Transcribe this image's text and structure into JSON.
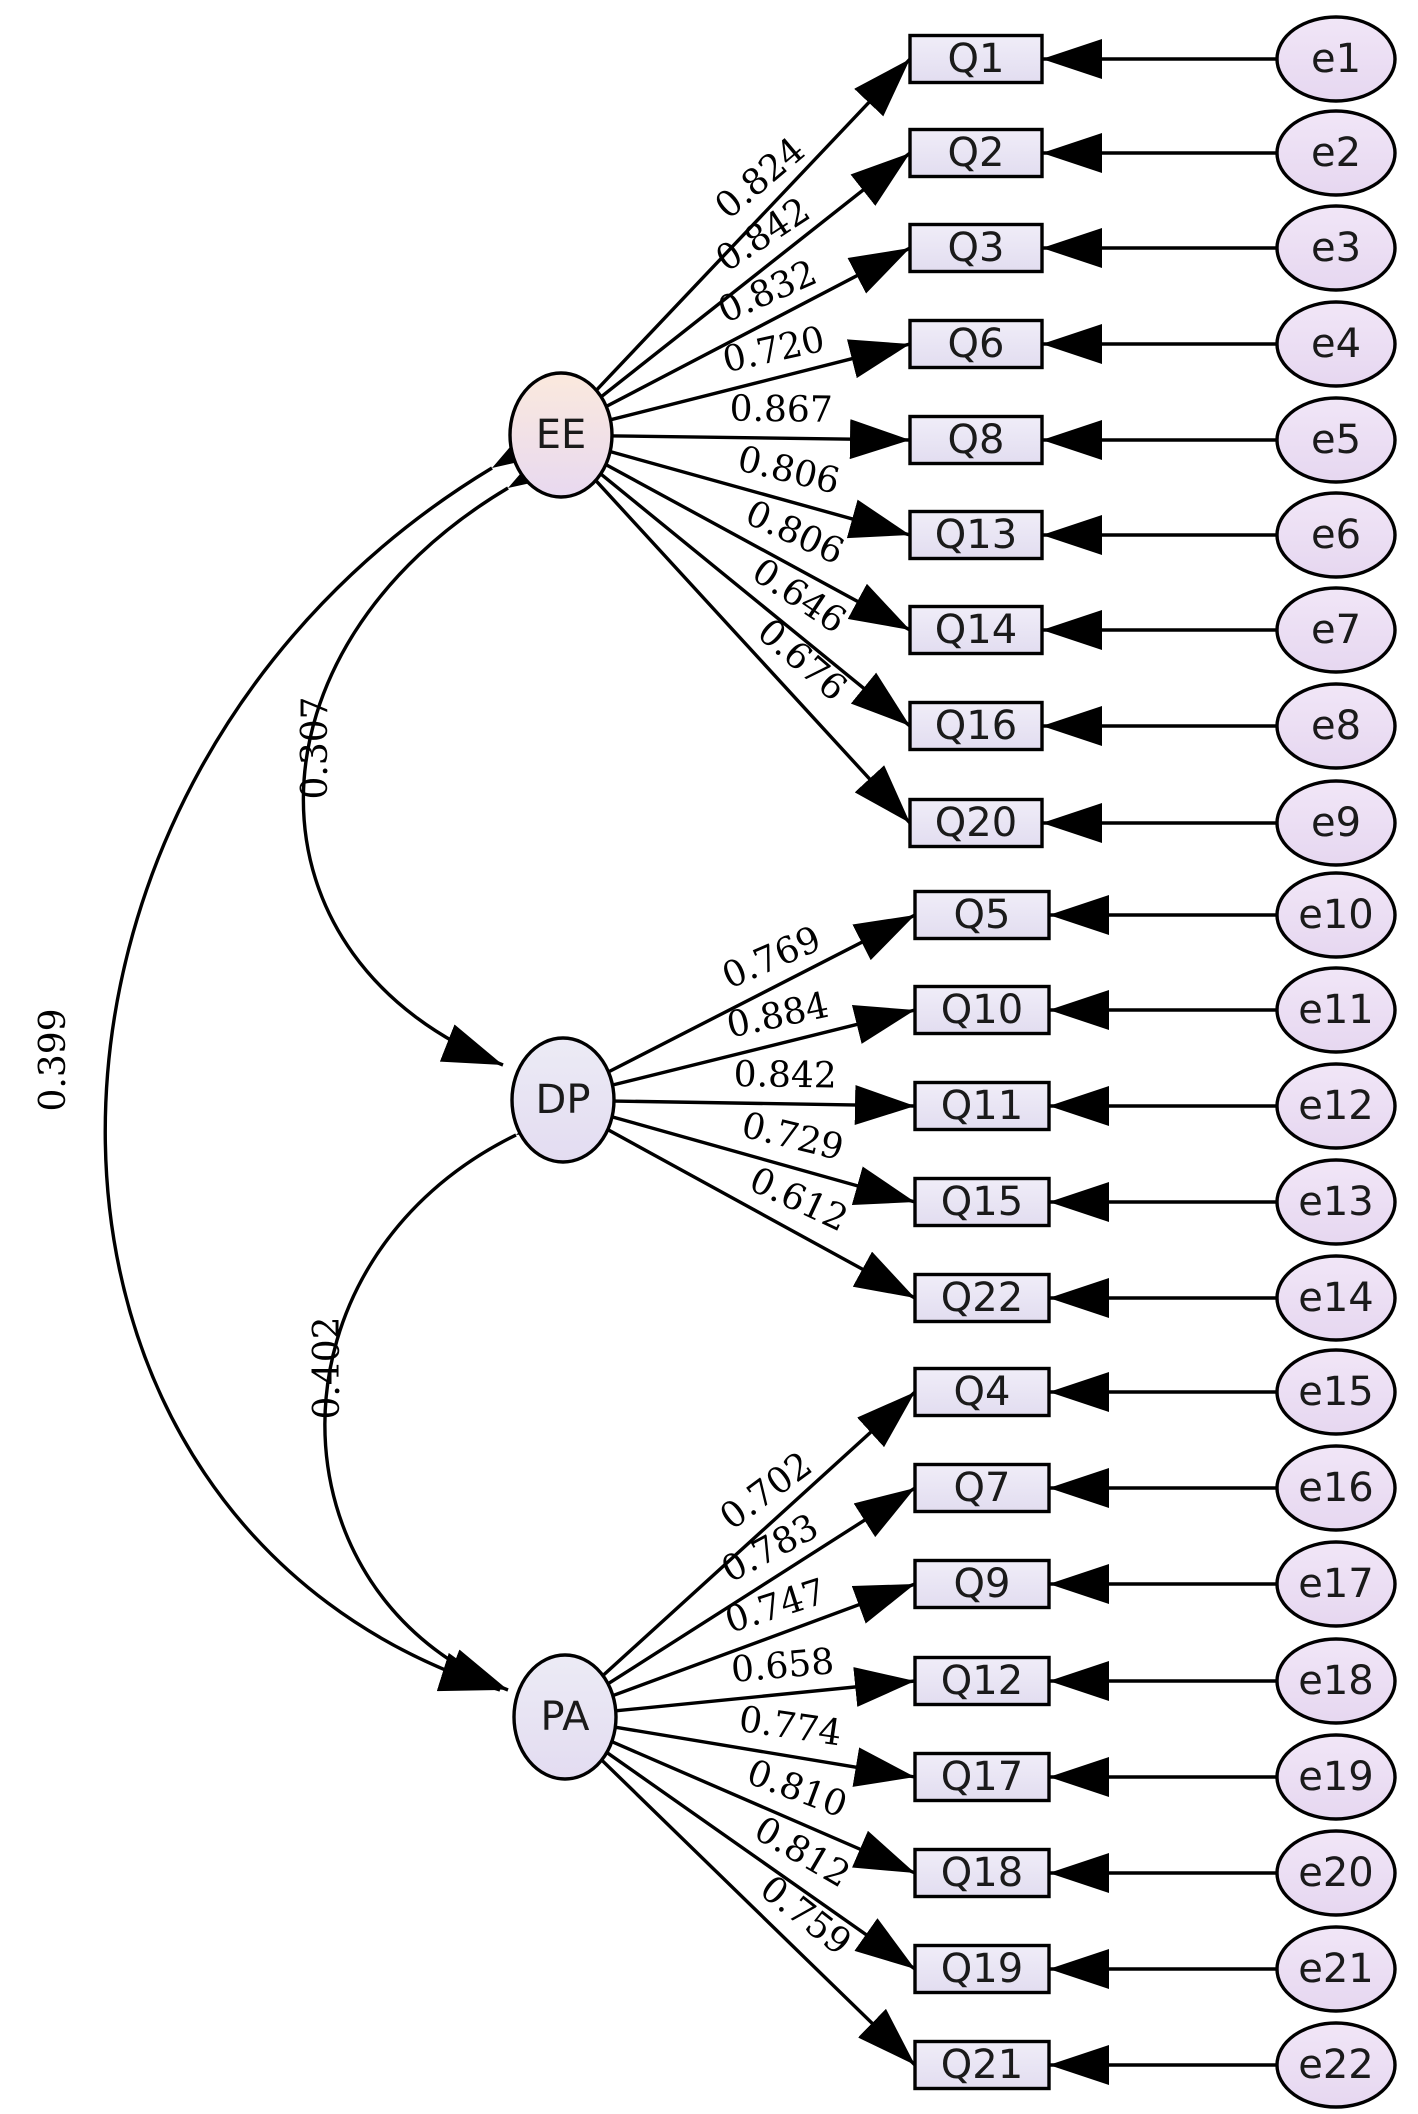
{
  "colors": {
    "factor_fill_ee": "#f3e4e8",
    "factor_fill": "#e6e2f3",
    "indicator_fill": "#e9e6f4",
    "error_fill": "#ebe0f3",
    "stroke": "#000000"
  },
  "factors": [
    {
      "id": "EE",
      "label": "EE"
    },
    {
      "id": "DP",
      "label": "DP"
    },
    {
      "id": "PA",
      "label": "PA"
    }
  ],
  "indicators": [
    {
      "label": "Q1",
      "factor": "EE",
      "loading": "0.824",
      "error": "e1"
    },
    {
      "label": "Q2",
      "factor": "EE",
      "loading": "0.842",
      "error": "e2"
    },
    {
      "label": "Q3",
      "factor": "EE",
      "loading": "0.832",
      "error": "e3"
    },
    {
      "label": "Q6",
      "factor": "EE",
      "loading": "0.720",
      "error": "e4"
    },
    {
      "label": "Q8",
      "factor": "EE",
      "loading": "0.867",
      "error": "e5"
    },
    {
      "label": "Q13",
      "factor": "EE",
      "loading": "0.806",
      "error": "e6"
    },
    {
      "label": "Q14",
      "factor": "EE",
      "loading": "0.806",
      "error": "e7"
    },
    {
      "label": "Q16",
      "factor": "EE",
      "loading": "0.646",
      "error": "e8"
    },
    {
      "label": "Q20",
      "factor": "EE",
      "loading": "0.676",
      "error": "e9"
    },
    {
      "label": "Q5",
      "factor": "DP",
      "loading": "0.769",
      "error": "e10"
    },
    {
      "label": "Q10",
      "factor": "DP",
      "loading": "0.884",
      "error": "e11"
    },
    {
      "label": "Q11",
      "factor": "DP",
      "loading": "0.842",
      "error": "e12"
    },
    {
      "label": "Q15",
      "factor": "DP",
      "loading": "0.729",
      "error": "e13"
    },
    {
      "label": "Q22",
      "factor": "DP",
      "loading": "0.612",
      "error": "e14"
    },
    {
      "label": "Q4",
      "factor": "PA",
      "loading": "0.702",
      "error": "e15"
    },
    {
      "label": "Q7",
      "factor": "PA",
      "loading": "0.783",
      "error": "e16"
    },
    {
      "label": "Q9",
      "factor": "PA",
      "loading": "0.747",
      "error": "e17"
    },
    {
      "label": "Q12",
      "factor": "PA",
      "loading": "0.658",
      "error": "e18"
    },
    {
      "label": "Q17",
      "factor": "PA",
      "loading": "0.774",
      "error": "e19"
    },
    {
      "label": "Q18",
      "factor": "PA",
      "loading": "0.810",
      "error": "e20"
    },
    {
      "label": "Q19",
      "factor": "PA",
      "loading": "0.812",
      "error": "e21"
    },
    {
      "label": "Q21",
      "factor": "PA",
      "loading": "0.759",
      "error": "e22"
    }
  ],
  "covariances": [
    {
      "from": "EE",
      "to": "DP",
      "value": "0.307"
    },
    {
      "from": "DP",
      "to": "PA",
      "value": "0.402"
    },
    {
      "from": "EE",
      "to": "PA",
      "value": "0.399"
    }
  ]
}
